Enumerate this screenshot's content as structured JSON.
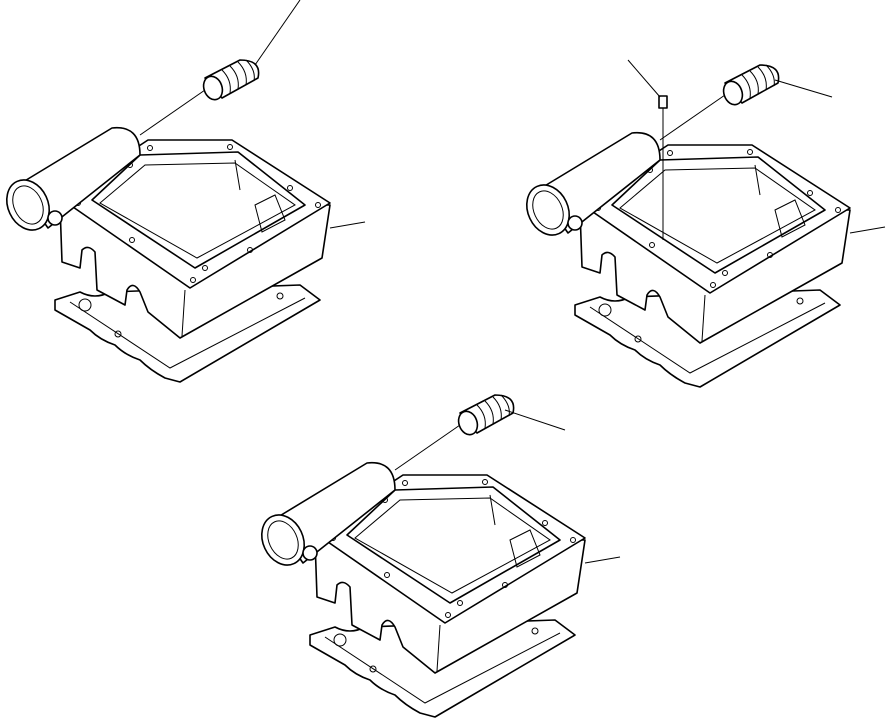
{
  "diagram": {
    "assemblies": [
      {
        "id": "housing-assembly-1",
        "parts": [
          "housing",
          "tube",
          "coil-plug",
          "gasket"
        ]
      },
      {
        "id": "housing-assembly-2",
        "parts": [
          "housing",
          "tube",
          "coil-plug",
          "gasket",
          "pin"
        ]
      },
      {
        "id": "housing-assembly-3",
        "parts": [
          "housing",
          "tube",
          "coil-plug",
          "gasket"
        ]
      }
    ],
    "line_color": "#000000",
    "background": "#ffffff"
  }
}
